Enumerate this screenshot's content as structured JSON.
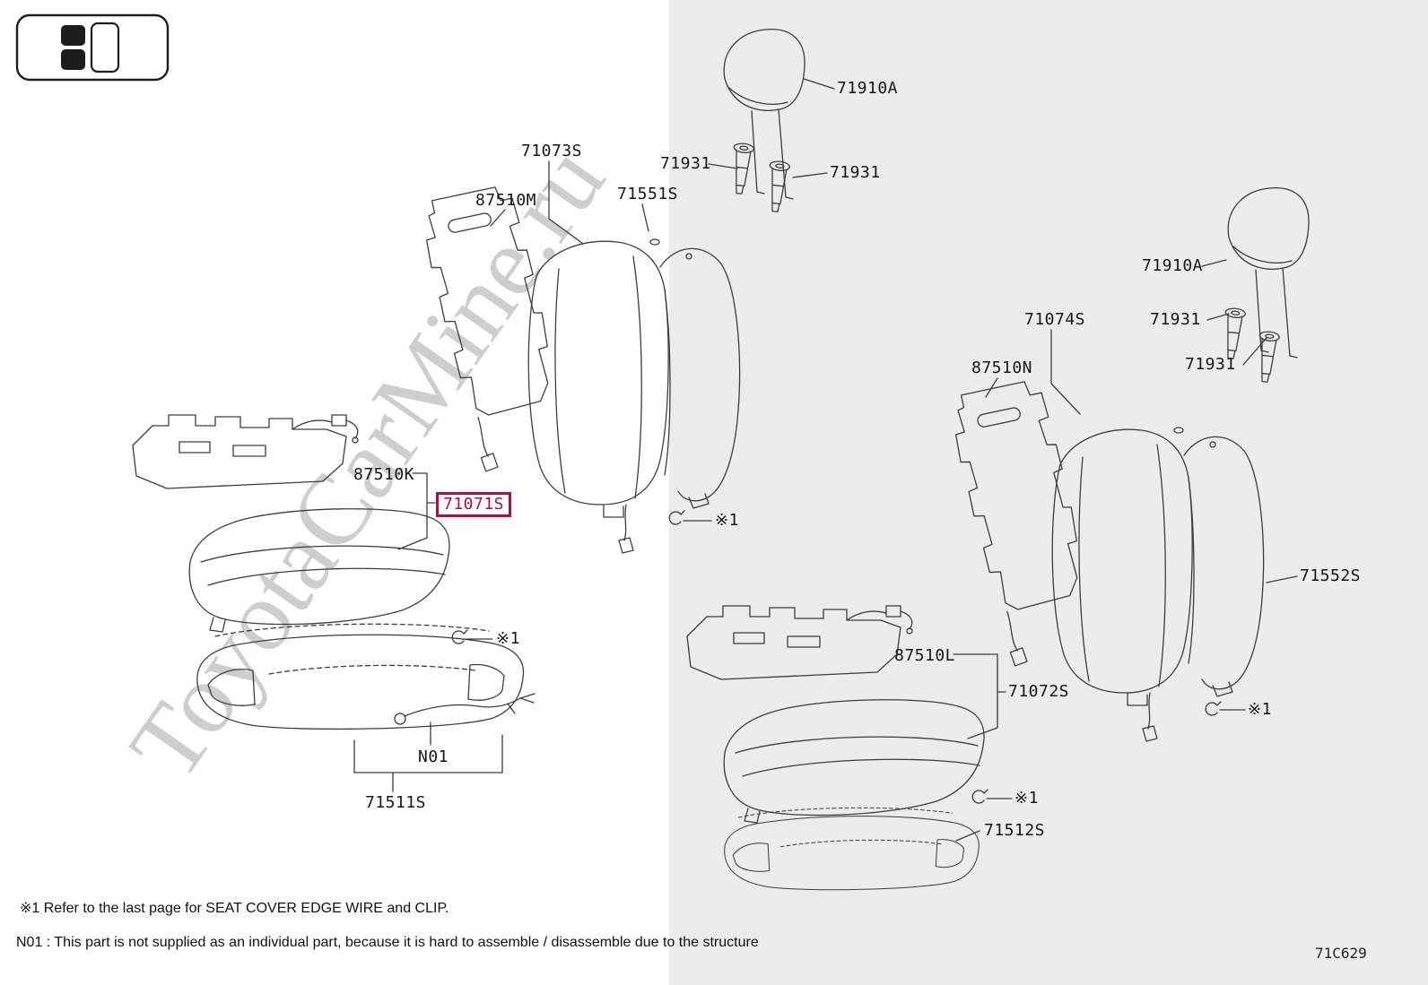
{
  "page": {
    "watermark": "ToyotaCarMine.ru",
    "diagram_code": "71C629",
    "colors": {
      "canvas_left": "#ffffff",
      "canvas_right": "#ececec",
      "line": "#3d3d3d",
      "label_text": "#161616",
      "highlight": "#ad1040",
      "watermark": "#8c8c8c"
    }
  },
  "icons": {
    "legend": "front-seats-position-pictogram"
  },
  "labels": {
    "headrest_left": "71910A",
    "seatback_assy_left": "71073S",
    "headrest_guide_left_a": "71931",
    "headrest_guide_left_b": "71931",
    "seatback_heater_left": "87510M",
    "seatback_cover_left": "71551S",
    "headrest_right": "71910A",
    "seatback_assy_right": "71074S",
    "headrest_guide_right_a": "71931",
    "headrest_guide_right_b": "71931",
    "seatback_heater_right": "87510N",
    "cushion_heater_left": "87510K",
    "highlighted_part": "71071S",
    "seatback_cover_right": "71552S",
    "cushion_heater_right": "87510L",
    "cushion_assy_right": "71072S",
    "note_ref": "※1",
    "n01": "N01",
    "cushion_cover_left": "71511S",
    "cushion_cover_right": "71512S"
  },
  "notes": {
    "ref_note": "※1 Refer to the last page for SEAT COVER EDGE WIRE and CLIP.",
    "n01_note": "N01 : This part is not supplied as an individual part, because it is hard to assemble / disassemble due to the structure"
  }
}
